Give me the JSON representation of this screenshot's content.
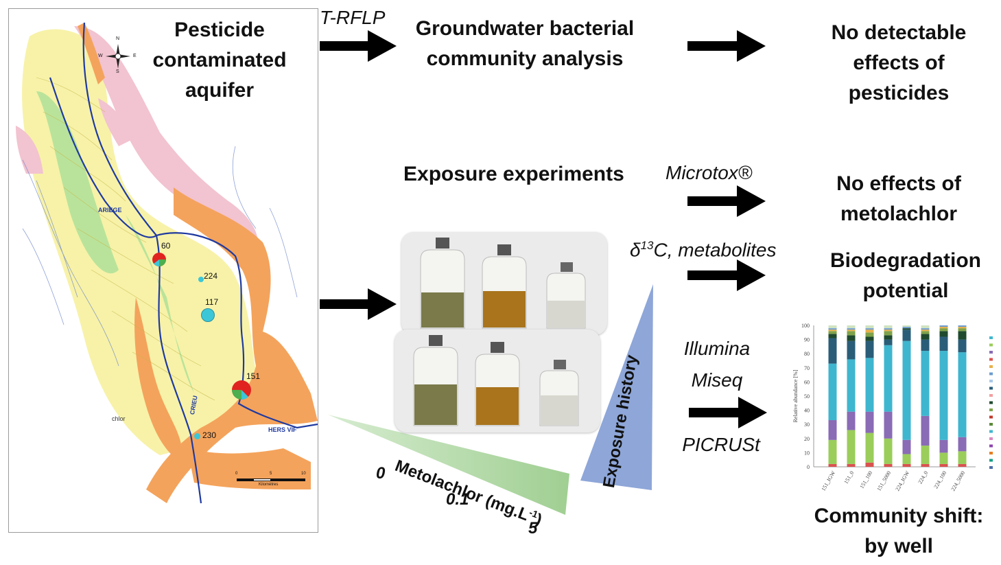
{
  "labels": {
    "aquifer": [
      "Pesticide",
      "contaminated",
      "aquifer"
    ],
    "trflp": "T-RFLP",
    "community_analysis": [
      "Groundwater bacterial",
      "community analysis"
    ],
    "no_effect_pesticides": [
      "No detectable",
      "effects of",
      "pesticides"
    ],
    "exposure_experiments": "Exposure experiments",
    "microtox": "Microtox®",
    "no_effect_metolachlor": [
      "No effects of",
      "metolachlor"
    ],
    "isotope_prefix": "δ",
    "isotope_sup": "13",
    "isotope_suffix": "C, metabolites",
    "biodegradation": [
      "Biodegradation",
      "potential"
    ],
    "illumina": "Illumina",
    "miseq": "Miseq",
    "picrust": "PICRUSt",
    "community_shift": [
      "Community shift:",
      "by well"
    ],
    "exposure_history": "Exposure history",
    "metolachlor_axis": "Metolachlor (mg.L",
    "metolachlor_sup": "-1",
    "metolachlor_close": ")",
    "conc_0": "0",
    "conc_01": "0.1",
    "conc_5": "5"
  },
  "map": {
    "compass": {
      "n": "N",
      "s": "S",
      "e": "E",
      "w": "W"
    },
    "river_ariege": "ARIEGE",
    "river_crieu": "CRIEU",
    "river_hers": "HERS VIF",
    "partial_text": "chlor",
    "scale_unit": "Kilomètres",
    "scale_ticks": [
      "0",
      "5",
      "10"
    ],
    "wells": [
      {
        "id": "60"
      },
      {
        "id": "224"
      },
      {
        "id": "117"
      },
      {
        "id": "151"
      },
      {
        "id": "230"
      }
    ]
  },
  "colors": {
    "arrow": "#000000",
    "green_wedge": "#a9d3a0",
    "blue_wedge": "#8ea6d8",
    "river": "#1f3aa0",
    "orange": "#f4a35c",
    "pink": "#f2c3d0",
    "yellow": "#f7f2a8",
    "green_zone": "#b9e39a",
    "well_cyan": "#3cc7d8",
    "well_red": "#e0231f",
    "well_green": "#4caf50"
  },
  "chart_data": {
    "type": "bar",
    "stacked": true,
    "ylabel": "Relative abundance [%]",
    "ylim": [
      0,
      100
    ],
    "yticks": [
      "0",
      "10",
      "20",
      "30",
      "40",
      "50",
      "60",
      "70",
      "80",
      "90",
      "100"
    ],
    "categories": [
      "151_IGW",
      "151_0",
      "151_100",
      "151_5000",
      "224_IGW",
      "224_0",
      "224_100",
      "224_5000"
    ],
    "series": [
      {
        "color": "#d9534f",
        "values": [
          2,
          2,
          3,
          2,
          2,
          2,
          2,
          2
        ]
      },
      {
        "color": "#9acd5a",
        "values": [
          17,
          24,
          21,
          18,
          7,
          13,
          8,
          9
        ]
      },
      {
        "color": "#8a6bb5",
        "values": [
          14,
          13,
          15,
          19,
          10,
          21,
          9,
          10
        ]
      },
      {
        "color": "#3fb6cf",
        "values": [
          40,
          37,
          38,
          47,
          70,
          46,
          63,
          60
        ]
      },
      {
        "color": "#2a5d78",
        "values": [
          18,
          13,
          12,
          4,
          8,
          8,
          10,
          9
        ]
      },
      {
        "color": "#1f4a2e",
        "values": [
          3,
          4,
          3,
          3,
          1,
          4,
          4,
          6
        ]
      },
      {
        "color": "#7fa34a",
        "values": [
          2,
          3,
          3,
          3,
          0,
          2,
          2,
          2
        ]
      },
      {
        "color": "#e8b04a",
        "values": [
          1,
          1,
          2,
          1,
          0,
          1,
          1,
          1
        ]
      },
      {
        "color": "#6d9ccf",
        "values": [
          1,
          1,
          1,
          1,
          1,
          1,
          1,
          1
        ]
      },
      {
        "color": "#cfe3c0",
        "values": [
          2,
          2,
          2,
          2,
          1,
          2,
          0,
          0
        ]
      }
    ],
    "legend_colors": [
      "#3fb6cf",
      "#9acd5a",
      "#8a6bb5",
      "#d9534f",
      "#e8b04a",
      "#6d9ccf",
      "#a9c9e8",
      "#2a5d78",
      "#f2a0a0",
      "#1f4a2e",
      "#7fa34a",
      "#c0392b",
      "#5a8a3a",
      "#3fb6cf",
      "#d98ac0",
      "#8e44ad",
      "#e67e22",
      "#16a085",
      "#4e6fa8"
    ]
  }
}
